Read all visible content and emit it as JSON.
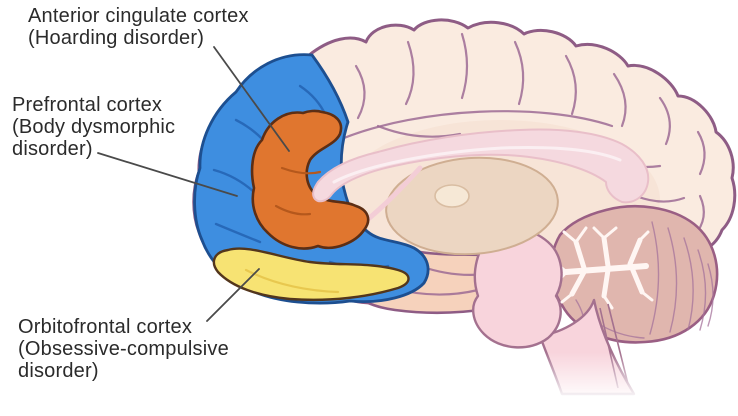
{
  "labels": [
    {
      "id": "anterior-cingulate",
      "lines": [
        "Anterior cingulate cortex",
        "(Hoarding disorder)"
      ]
    },
    {
      "id": "prefrontal",
      "lines": [
        "Prefrontal cortex",
        "(Body dysmorphic",
        "disorder)"
      ]
    },
    {
      "id": "orbitofrontal",
      "lines": [
        "Orbitofrontal cortex",
        "(Obsessive-compulsive",
        "disorder)"
      ]
    }
  ],
  "regions": {
    "prefrontal_cortex": {
      "name": "Prefrontal cortex",
      "disorder_label": "(Body dysmorphic disorder)",
      "color": "#3e8ee0"
    },
    "anterior_cingulate_cortex": {
      "name": "Anterior cingulate cortex",
      "disorder_label": "(Hoarding disorder)",
      "color": "#e0762f"
    },
    "orbitofrontal_cortex": {
      "name": "Orbitofrontal cortex",
      "disorder_label": "(Obsessive-compulsive disorder)",
      "color": "#f7e373"
    }
  },
  "palette": {
    "cortex": "#faebe0",
    "cortex_outline": "#8e5c85",
    "corpus_callosum": "#f5d9df",
    "thalamus": "#ecd6c2",
    "brainstem": "#f8d4dc",
    "cerebellum": "#e0b6ae",
    "temporal_lobe": "#f6d2bc",
    "leader_line": "#4a4a4a",
    "label_text": "#2b2b2b",
    "background": "#ffffff"
  }
}
